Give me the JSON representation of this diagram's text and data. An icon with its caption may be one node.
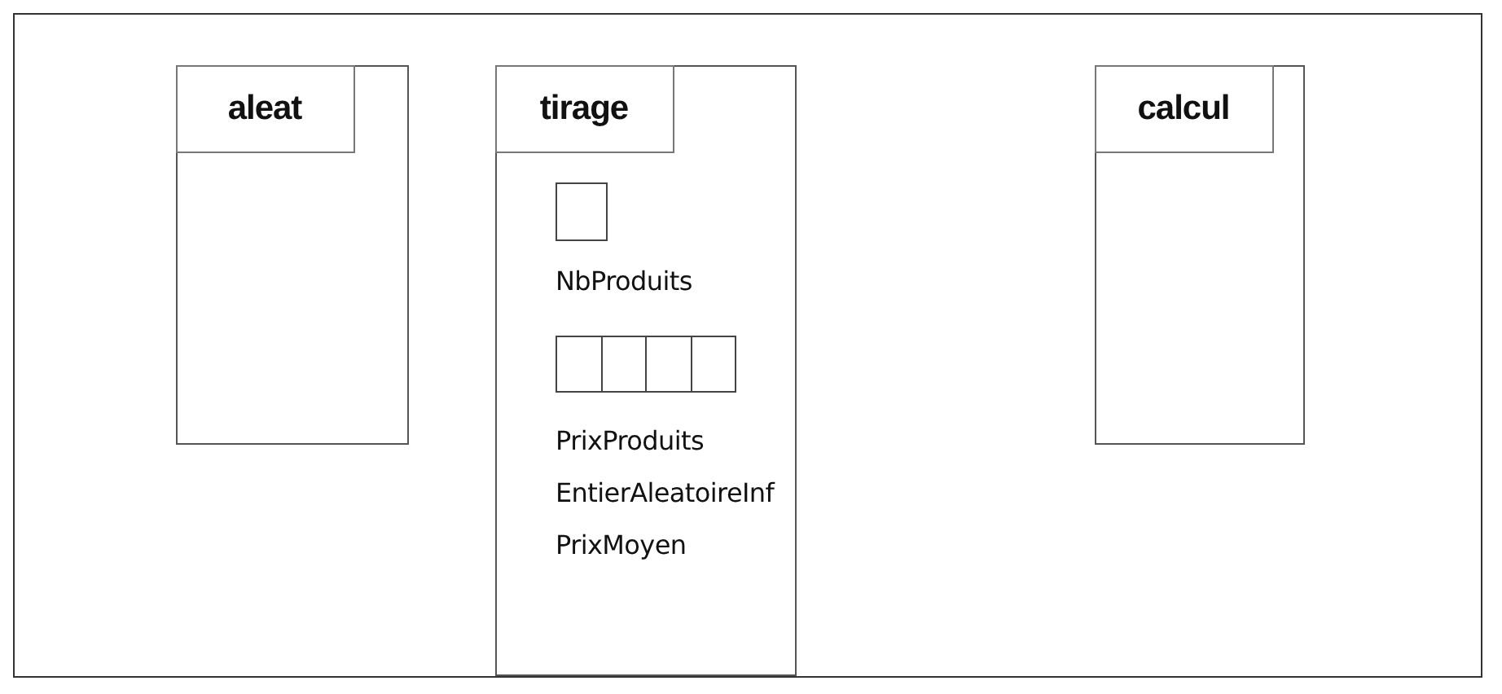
{
  "diagram": {
    "nodes": [
      {
        "text": [
          "aleat"
        ]
      },
      {
        "text": [
          "tirage",
          "EntierAleatoireInf",
          "PrixMoyen"
        ]
      },
      {
        "text": [
          "calcul"
        ]
      },
      {
        "text": [],
        "shape": "box",
        "in": 1,
        "beside": [
          "NbProduits"
        ]
      },
      {
        "text": [],
        "shape": "box",
        "in": 1,
        "beside": [
          "PrixProduits"
        ]
      }
    ]
  }
}
